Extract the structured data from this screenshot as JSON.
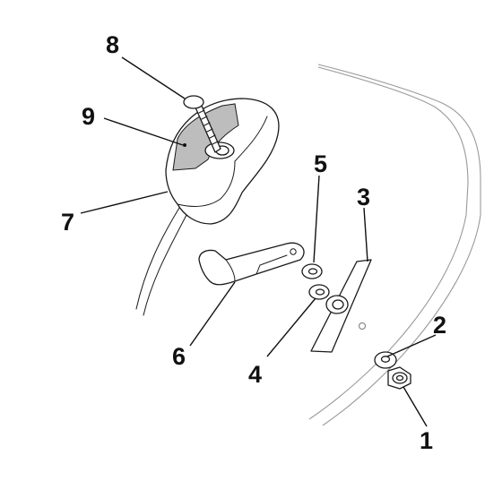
{
  "diagram": {
    "callouts": [
      {
        "id": "1",
        "label": "1"
      },
      {
        "id": "2",
        "label": "2"
      },
      {
        "id": "3",
        "label": "3"
      },
      {
        "id": "4",
        "label": "4"
      },
      {
        "id": "5",
        "label": "5"
      },
      {
        "id": "6",
        "label": "6"
      },
      {
        "id": "7",
        "label": "7"
      },
      {
        "id": "8",
        "label": "8"
      },
      {
        "id": "9",
        "label": "9"
      }
    ],
    "colors": {
      "ink": "#111111",
      "fill_gray": "#bdbdbd",
      "body_outline": "#9a9a9a",
      "background": "#ffffff"
    }
  }
}
